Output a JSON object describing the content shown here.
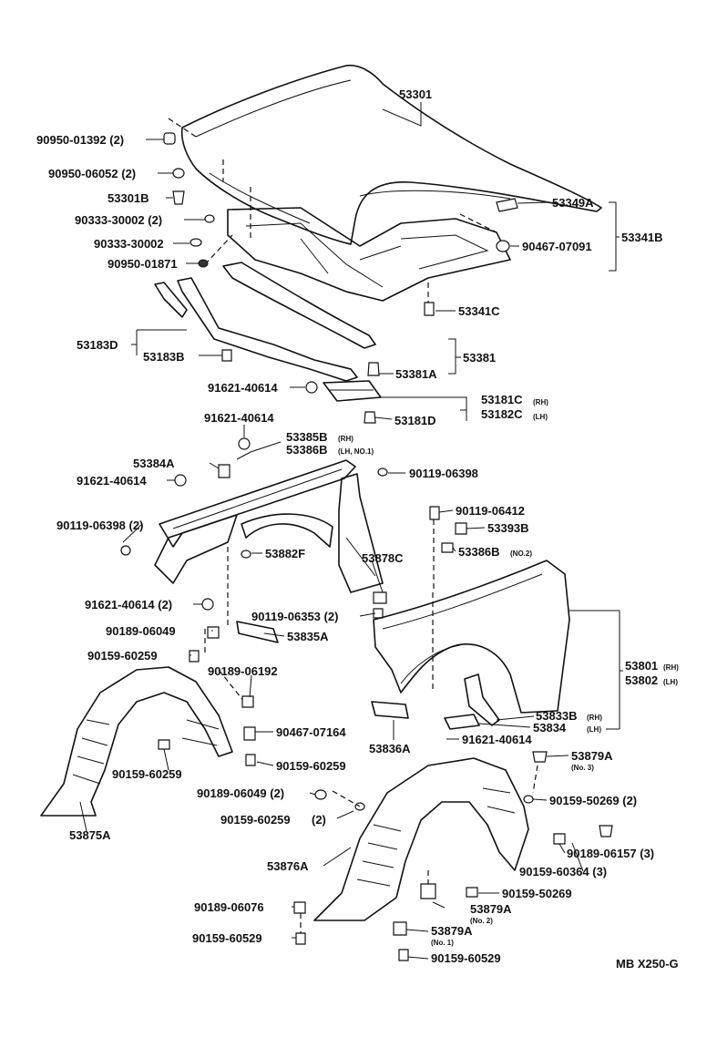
{
  "diagram": {
    "code": "MB X250-G",
    "labels": {
      "l53301": "53301",
      "l9095001392": "90950-01392 (2)",
      "l9095006052": "90950-06052 (2)",
      "l53301B": "53301B",
      "l9033330002a": "90333-30002 (2)",
      "l9033330002b": "90333-30002",
      "l9095001871": "90950-01871",
      "l53349A": "53349A",
      "l9046707091": "90467-07091",
      "l53341B": "53341B",
      "l53341C": "53341C",
      "l53183D": "53183D",
      "l53183B": "53183B",
      "l53381": "53381",
      "l53381A": "53381A",
      "l9162140614a": "91621-40614",
      "l53181C": "53181C",
      "l53181Csub": "(RH)",
      "l53182C": "53182C",
      "l53182Csub": "(LH)",
      "l53181D": "53181D",
      "l9162140614b": "91621-40614",
      "l53385B": "53385B",
      "l53385Bsub": "(RH)",
      "l53386B": "53386B",
      "l53386Bsub": "(LH, NO.1)",
      "l53384A": "53384A",
      "l9162140614c": "91621-40614",
      "l9011906398a": "90119-06398",
      "l9011906398b": "90119-06398 (2)",
      "l9011906412": "90119-06412",
      "l53393B": "53393B",
      "l53386B2": "53386B",
      "l53386B2sub": "(NO.2)",
      "l53882F": "53882F",
      "l53878C": "53878C",
      "l9162140614d": "91621-40614 (2)",
      "l9011906353": "90119-06353 (2)",
      "l9018906049a": "90189-06049",
      "l53835A": "53835A",
      "l9015960259a": "90159-60259",
      "l9018906192": "90189-06192",
      "l53801": "53801",
      "l53801sub": "(RH)",
      "l53802": "53802",
      "l53802sub": "(LH)",
      "l53833B": "53833B",
      "l53833Bsub": "(RH)",
      "l53834": "53834",
      "l53834sub": "(LH)",
      "l9046707164": "90467-07164",
      "l53836A": "53836A",
      "l9162140614e": "91621-40614",
      "l9015960259b": "90159-60259",
      "l9015960259c": "90159-60259",
      "l53879A1": "53879A",
      "l53879A1sub": "(No. 3)",
      "l9018906049b": "90189-06049 (2)",
      "l9015950269a": "90159-50269 (2)",
      "l9015960259d": "90159-60259",
      "l9015960259dq": "(2)",
      "l53875A": "53875A",
      "l9018906157": "90189-06157 (3)",
      "l53876A": "53876A",
      "l9015960364": "90159-60364 (3)",
      "l9015950269b": "90159-50269",
      "l9018906076": "90189-06076",
      "l53879A2": "53879A",
      "l53879A2sub": "(No. 2)",
      "l9015960529a": "90159-60529",
      "l53879A3": "53879A",
      "l53879A3sub": "(No. 1)",
      "l9015960529b": "90159-60529"
    }
  }
}
